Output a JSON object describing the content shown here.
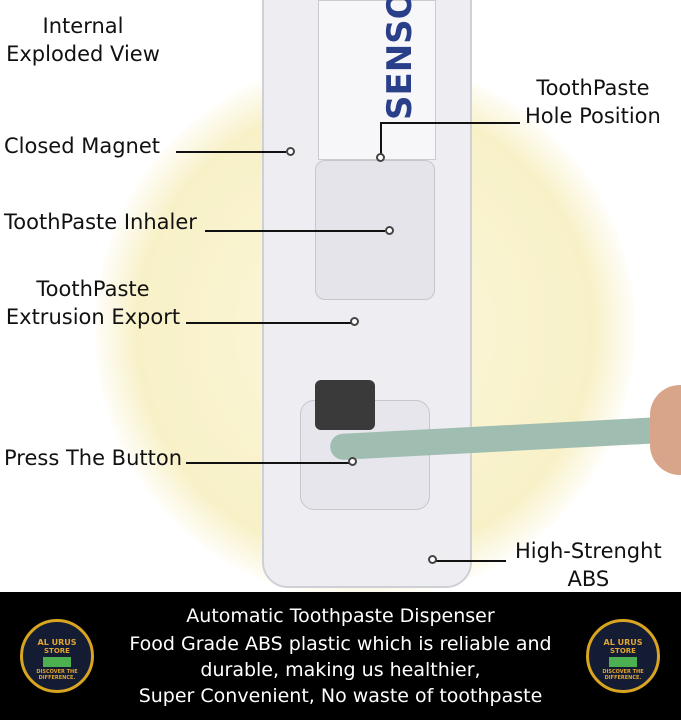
{
  "labels": {
    "title": [
      "Internal",
      "Exploded View"
    ],
    "hole": [
      "ToothPaste",
      "Hole Position"
    ],
    "magnet": "Closed Magnet",
    "inhaler": "ToothPaste Inhaler",
    "extrusion": [
      "ToothPaste",
      "Extrusion Export"
    ],
    "button": "Press The Button",
    "abs": [
      "High-Strenght",
      "ABS"
    ]
  },
  "product_text": "SENSO",
  "banner": {
    "lines": [
      "Automatic Toothpaste Dispenser",
      "Food Grade ABS plastic which is reliable and",
      "durable, making us healthier,",
      "Super Convenient, No waste of toothpaste"
    ]
  },
  "logo": {
    "name": "AL URUS",
    "sub": "STORE",
    "tagline": "DISCOVER THE DIFFERENCE."
  },
  "colors": {
    "band": "#000000",
    "logo_ring": "#d9a520",
    "brush": "#9fbdb0"
  }
}
